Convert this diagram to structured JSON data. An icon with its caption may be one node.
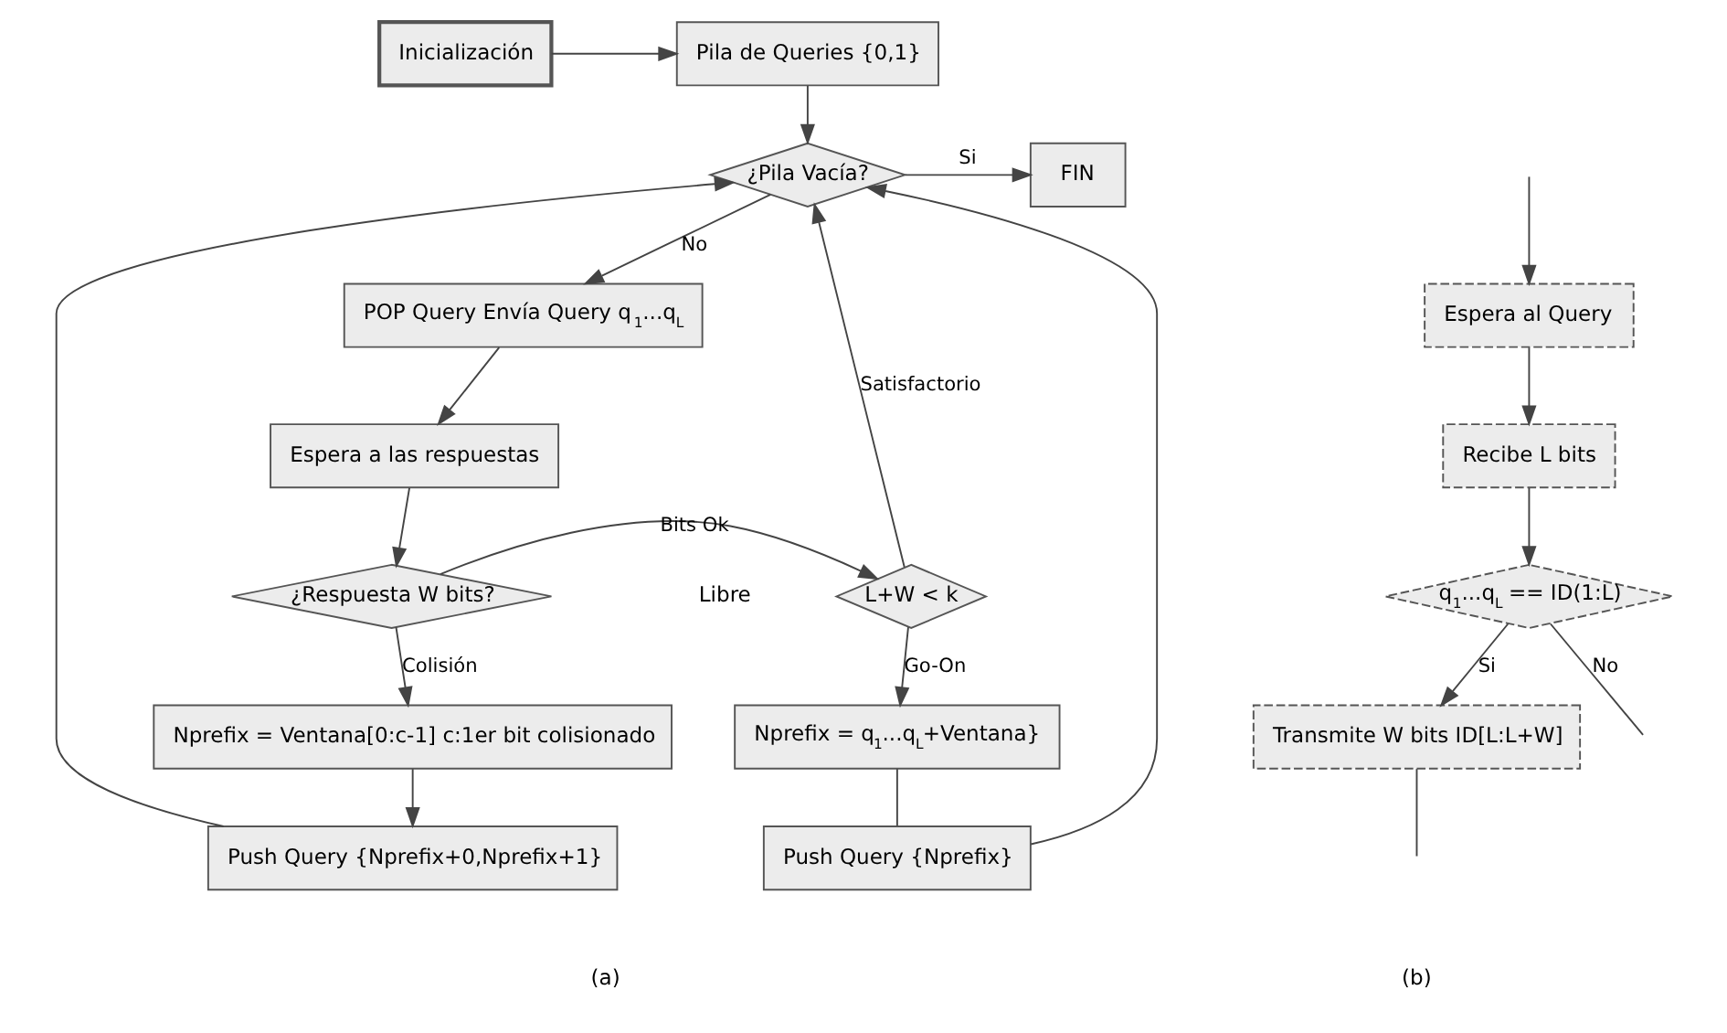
{
  "diagram": {
    "nodes": [
      {
        "text": [
          "Pila de Queries {0,1}"
        ]
      },
      {
        "text": [
          "Inicialización"
        ]
      },
      {
        "text": [
          "¿Pila Vacía?"
        ]
      },
      {
        "text": [
          "FIN"
        ]
      },
      {
        "text": [
          "Push Query {Nprefix+0,Nprefix+1}"
        ]
      },
      {
        "text": [
          "Push Query {Nprefix}"
        ]
      },
      {
        "text": [
          "POP Query Envía Query q$_{1}$...q$_{L}$"
        ]
      },
      {
        "text": [
          "Nprefix = Ventana[0:c-1] c:1er bit colisionado"
        ]
      },
      {
        "text": [
          "Espera a las respuestas"
        ]
      },
      {
        "text": [
          "Nprefix = q$_{1}$...q$_{L}$+Ventana}"
        ]
      },
      {
        "text": [
          "¿Respuesta W bits?"
        ]
      },
      {
        "text": [
          "L+W < k"
        ]
      },
      {
        "text": [
          "Espera al Query"
        ]
      },
      {
        "text": [
          "Recibe L bits"
        ]
      },
      {
        "text": [
          "q$_{1}$...q$_{L}$ == ID(1:L)"
        ]
      },
      {
        "text": [
          "Transmite W bits ID[L:L+W]"
        ]
      }
    ],
    "edges": [
      {
        "from": 1,
        "to": 0,
        "arrow": "to"
      },
      {
        "from": 0,
        "to": 2,
        "arrow": "to"
      },
      {
        "from": 4,
        "to": 2,
        "arrow": "to"
      },
      {
        "from": 5,
        "to": 2,
        "arrow": "to"
      },
      {
        "from": 11,
        "to": 2,
        "arrow": "to",
        "label": "Satisfactorio"
      },
      {
        "from": 2,
        "to": 3,
        "arrow": "to",
        "label": "Si"
      },
      {
        "from": 2,
        "to": 6,
        "arrow": "to",
        "label": "No"
      },
      {
        "from": 6,
        "to": 8,
        "arrow": "to"
      },
      {
        "from": 8,
        "to": 10,
        "arrow": "to"
      },
      {
        "from": 10,
        "to": 7,
        "arrow": "to",
        "label": "Colisión"
      },
      {
        "from": 7,
        "to": 4,
        "arrow": "to"
      },
      {
        "from": 10,
        "to": 11,
        "arrow": "to",
        "label": "Bits Ok"
      },
      {
        "from": 11,
        "to": 9,
        "arrow": "to",
        "label": "Go-On"
      },
      {
        "from": 9,
        "to": 5,
        "arrow": "none"
      },
      {
        "from": null,
        "to": 12,
        "arrow": "to"
      },
      {
        "from": 12,
        "to": 13,
        "arrow": "to"
      },
      {
        "from": 13,
        "to": 14,
        "arrow": "to"
      },
      {
        "from": 14,
        "to": 15,
        "arrow": "to",
        "label": "Si"
      },
      {
        "from": 14,
        "to": null,
        "arrow": "none",
        "label": "No"
      },
      {
        "from": 15,
        "to": null,
        "arrow": "none"
      }
    ],
    "labels": [
      "Libre",
      "(a)",
      "(b)"
    ]
  }
}
